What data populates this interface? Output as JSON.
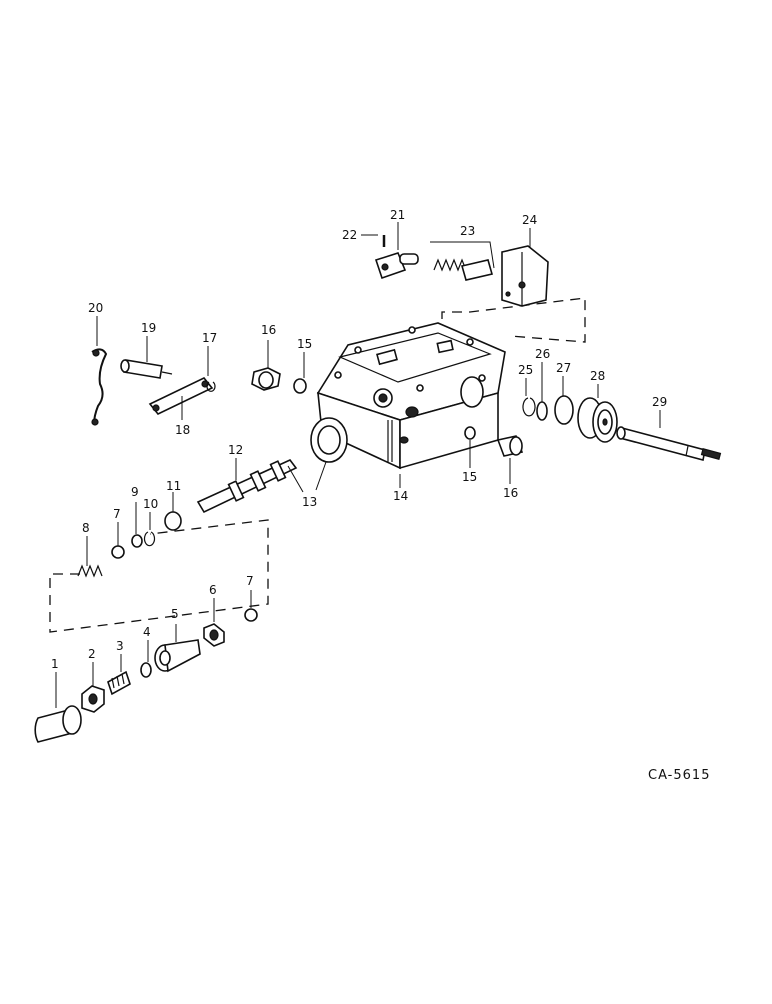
{
  "callouts": {
    "c1": "1",
    "c2": "2",
    "c3": "3",
    "c4": "4",
    "c5": "5",
    "c6": "6",
    "c7a": "7",
    "c7b": "7",
    "c8": "8",
    "c9": "9",
    "c10": "10",
    "c11": "11",
    "c12": "12",
    "c13": "13",
    "c14": "14",
    "c15a": "15",
    "c15b": "15",
    "c16a": "16",
    "c16b": "16",
    "c17": "17",
    "c18": "18",
    "c19": "19",
    "c20": "20",
    "c21": "21",
    "c22": "22",
    "c23": "23",
    "c24": "24",
    "c25": "25",
    "c26": "26",
    "c27": "27",
    "c28": "28",
    "c29": "29"
  },
  "drawing_id": "CA-5615"
}
